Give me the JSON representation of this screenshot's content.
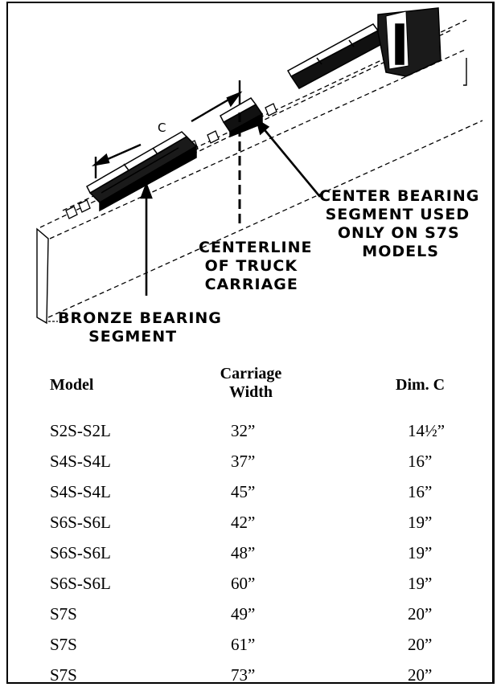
{
  "diagram": {
    "dimension_letter": "C",
    "callouts": {
      "center_bearing": "CENTER BEARING\n SEGMENT USED\n   ONLY ON S7S\n       MODELS",
      "centerline": "CENTERLINE\n OF TRUCK\n CARRIAGE",
      "bronze_bearing": "BRONZE BEARING\n     SEGMENT"
    }
  },
  "table": {
    "headers": {
      "model": "Model",
      "carriage_width": "Carriage\nWidth",
      "dim_c": "Dim. C"
    },
    "rows": [
      {
        "model": "S2S-S2L",
        "width": "32”",
        "dim_c": "14½”"
      },
      {
        "model": "S4S-S4L",
        "width": "37”",
        "dim_c": "16”"
      },
      {
        "model": "S4S-S4L",
        "width": "45”",
        "dim_c": "16”"
      },
      {
        "model": "S6S-S6L",
        "width": "42”",
        "dim_c": "19”"
      },
      {
        "model": "S6S-S6L",
        "width": "48”",
        "dim_c": "19”"
      },
      {
        "model": "S6S-S6L",
        "width": "60”",
        "dim_c": "19”"
      },
      {
        "model": "S7S",
        "width": "49”",
        "dim_c": "20”"
      },
      {
        "model": "S7S",
        "width": "61”",
        "dim_c": "20”"
      },
      {
        "model": "S7S",
        "width": "73”",
        "dim_c": "20”"
      }
    ]
  }
}
